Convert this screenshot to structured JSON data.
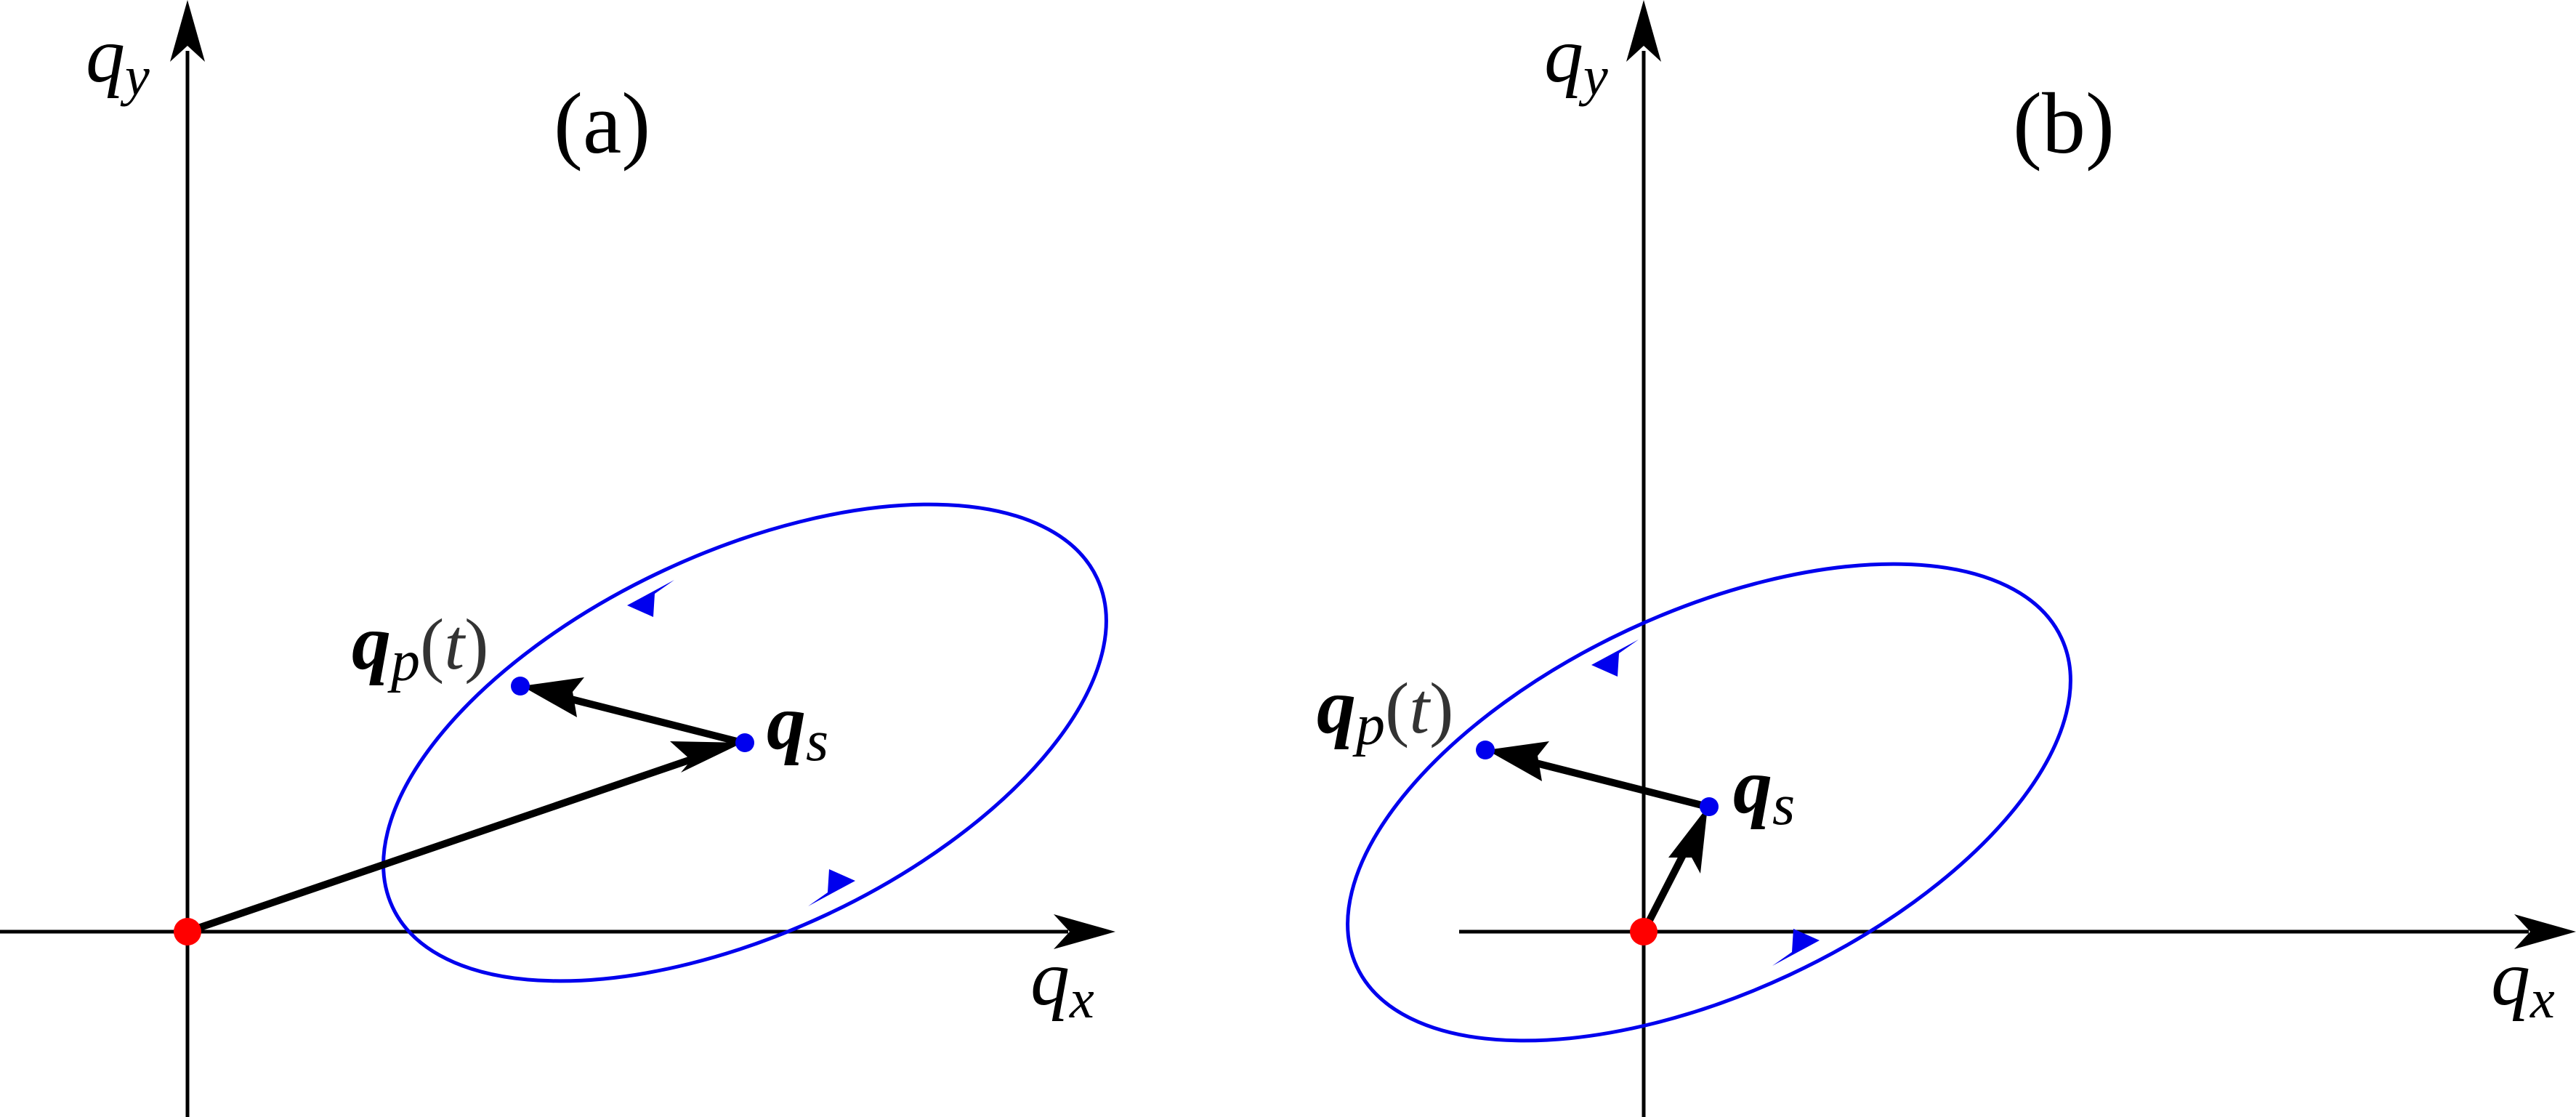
{
  "colors": {
    "orbit": "#0000ee",
    "origin": "#ff0000",
    "axis": "#000000",
    "vector": "#000000"
  },
  "panels": [
    {
      "label": "(a)",
      "x_axis_label": {
        "base": "q",
        "sub": "x"
      },
      "y_axis_label": {
        "base": "q",
        "sub": "y"
      },
      "qp_label": {
        "base": "q",
        "sub": "p",
        "arg_open": "(",
        "arg": "t",
        "arg_close": ")"
      },
      "qs_label": {
        "base": "q",
        "sub": "s"
      }
    },
    {
      "label": "(b)",
      "x_axis_label": {
        "base": "q",
        "sub": "x"
      },
      "y_axis_label": {
        "base": "q",
        "sub": "y"
      },
      "qp_label": {
        "base": "q",
        "sub": "p",
        "arg_open": "(",
        "arg": "t",
        "arg_close": ")"
      },
      "qs_label": {
        "base": "q",
        "sub": "s"
      }
    }
  ]
}
